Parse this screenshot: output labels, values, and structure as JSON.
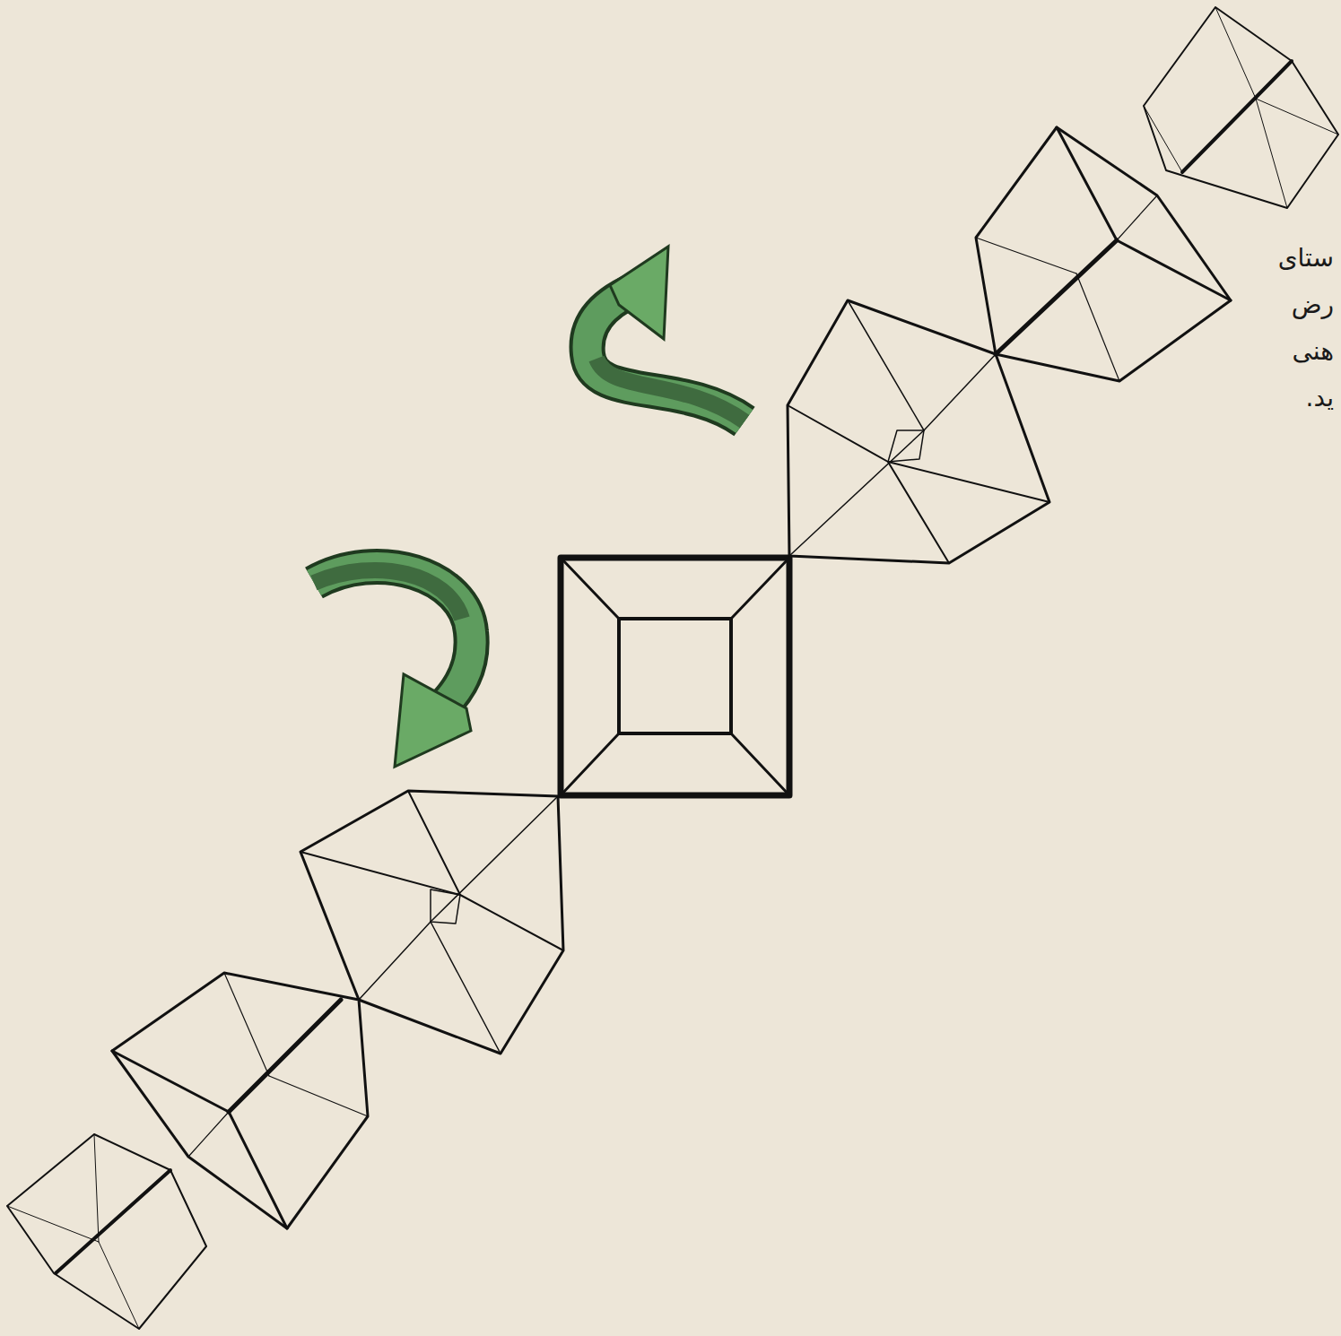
{
  "diagram": {
    "labels": [
      "ستای",
      "رض",
      "هنی",
      "ید."
    ]
  }
}
